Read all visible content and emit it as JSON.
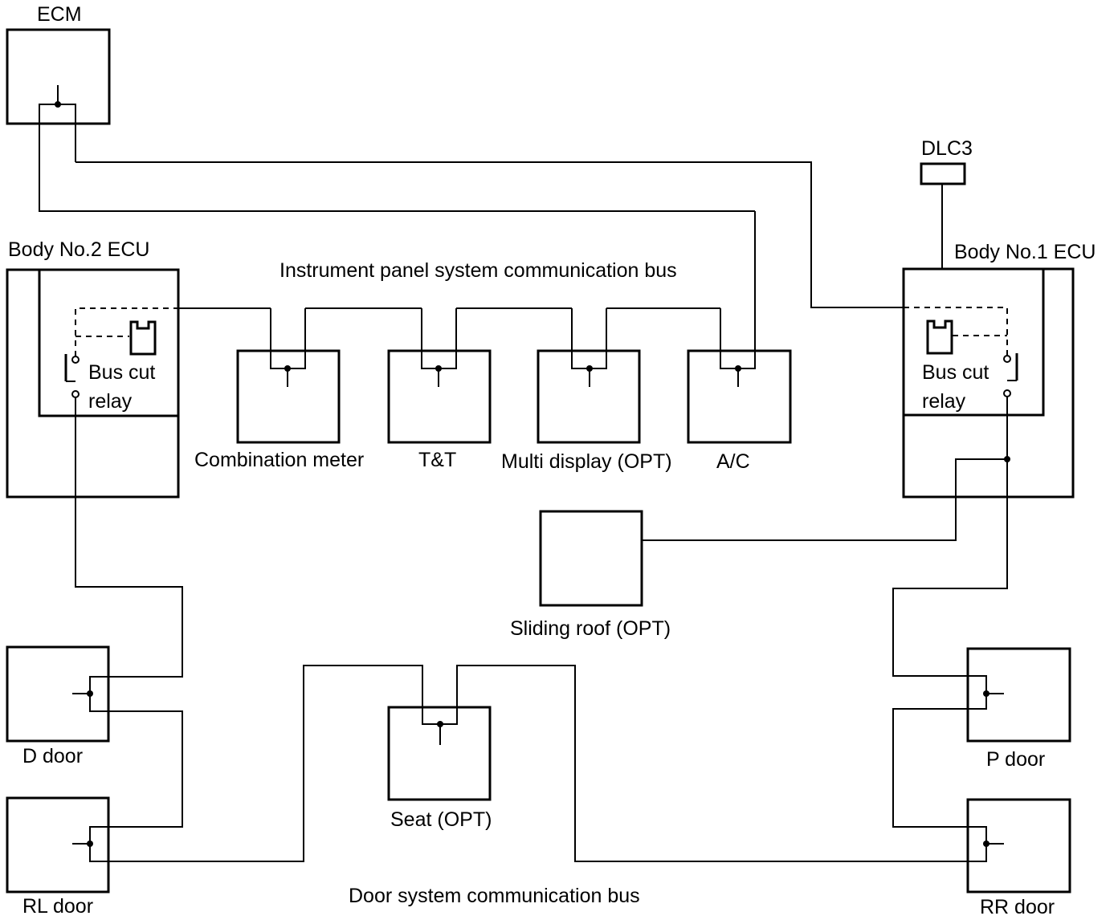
{
  "labels": {
    "ecm": "ECM",
    "dlc3": "DLC3",
    "body2": "Body No.2 ECU",
    "body1": "Body No.1 ECU",
    "ip_bus": "Instrument panel system communication bus",
    "door_bus": "Door system communication bus",
    "bus_cut_l1": "Bus cut",
    "relay_l2": "relay",
    "bus_cut_r1": "Bus cut",
    "relay_r2": "relay",
    "combination_meter": "Combination meter",
    "tt": "T&T",
    "multi_display": "Multi display (OPT)",
    "ac": "A/C",
    "sliding_roof": "Sliding roof (OPT)",
    "d_door": "D door",
    "rl_door": "RL door",
    "seat": "Seat (OPT)",
    "p_door": "P door",
    "rr_door": "RR door"
  }
}
